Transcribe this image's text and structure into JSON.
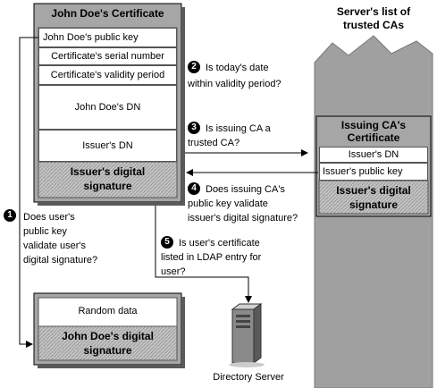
{
  "cert": {
    "title": "John Doe's Certificate",
    "fields": [
      "John Doe's public key",
      "Certificate's serial number",
      "Certificate's validity period",
      "John Doe's DN",
      "Issuer's DN"
    ],
    "signature": [
      "Issuer's digital",
      "signature"
    ]
  },
  "random_box": {
    "field": "Random data",
    "signature": [
      "John Doe's digital",
      "signature"
    ]
  },
  "server_list": {
    "title": [
      "Server's list of",
      "trusted CAs"
    ],
    "ca_title": [
      "Issuing CA's",
      "Certificate"
    ],
    "fields": [
      "Issuer's DN",
      "Issuer's public key"
    ],
    "signature": [
      "Issuer's digital",
      "signature"
    ]
  },
  "steps": [
    {
      "number": "1",
      "lines": [
        "Does user's",
        "public key",
        "validate user's",
        "digital signature?"
      ]
    },
    {
      "number": "2",
      "lines": [
        "Is today's date",
        "within validity period?"
      ]
    },
    {
      "number": "3",
      "lines": [
        "Is issuing CA a",
        "trusted CA?"
      ]
    },
    {
      "number": "4",
      "lines": [
        "Does issuing CA's",
        "public key validate",
        "issuer's digital signature?"
      ]
    },
    {
      "number": "5",
      "lines": [
        "Is user's certificate",
        "listed in LDAP entry for",
        "user?"
      ]
    }
  ],
  "server": {
    "label": "Directory Server",
    "icon": "server-tower-icon"
  },
  "colors": {
    "frame": "#a6a6a6",
    "frame_dark": "#5a5a5a",
    "stack": "#a0a0a0",
    "sig_fill": "#c0c0c0"
  }
}
